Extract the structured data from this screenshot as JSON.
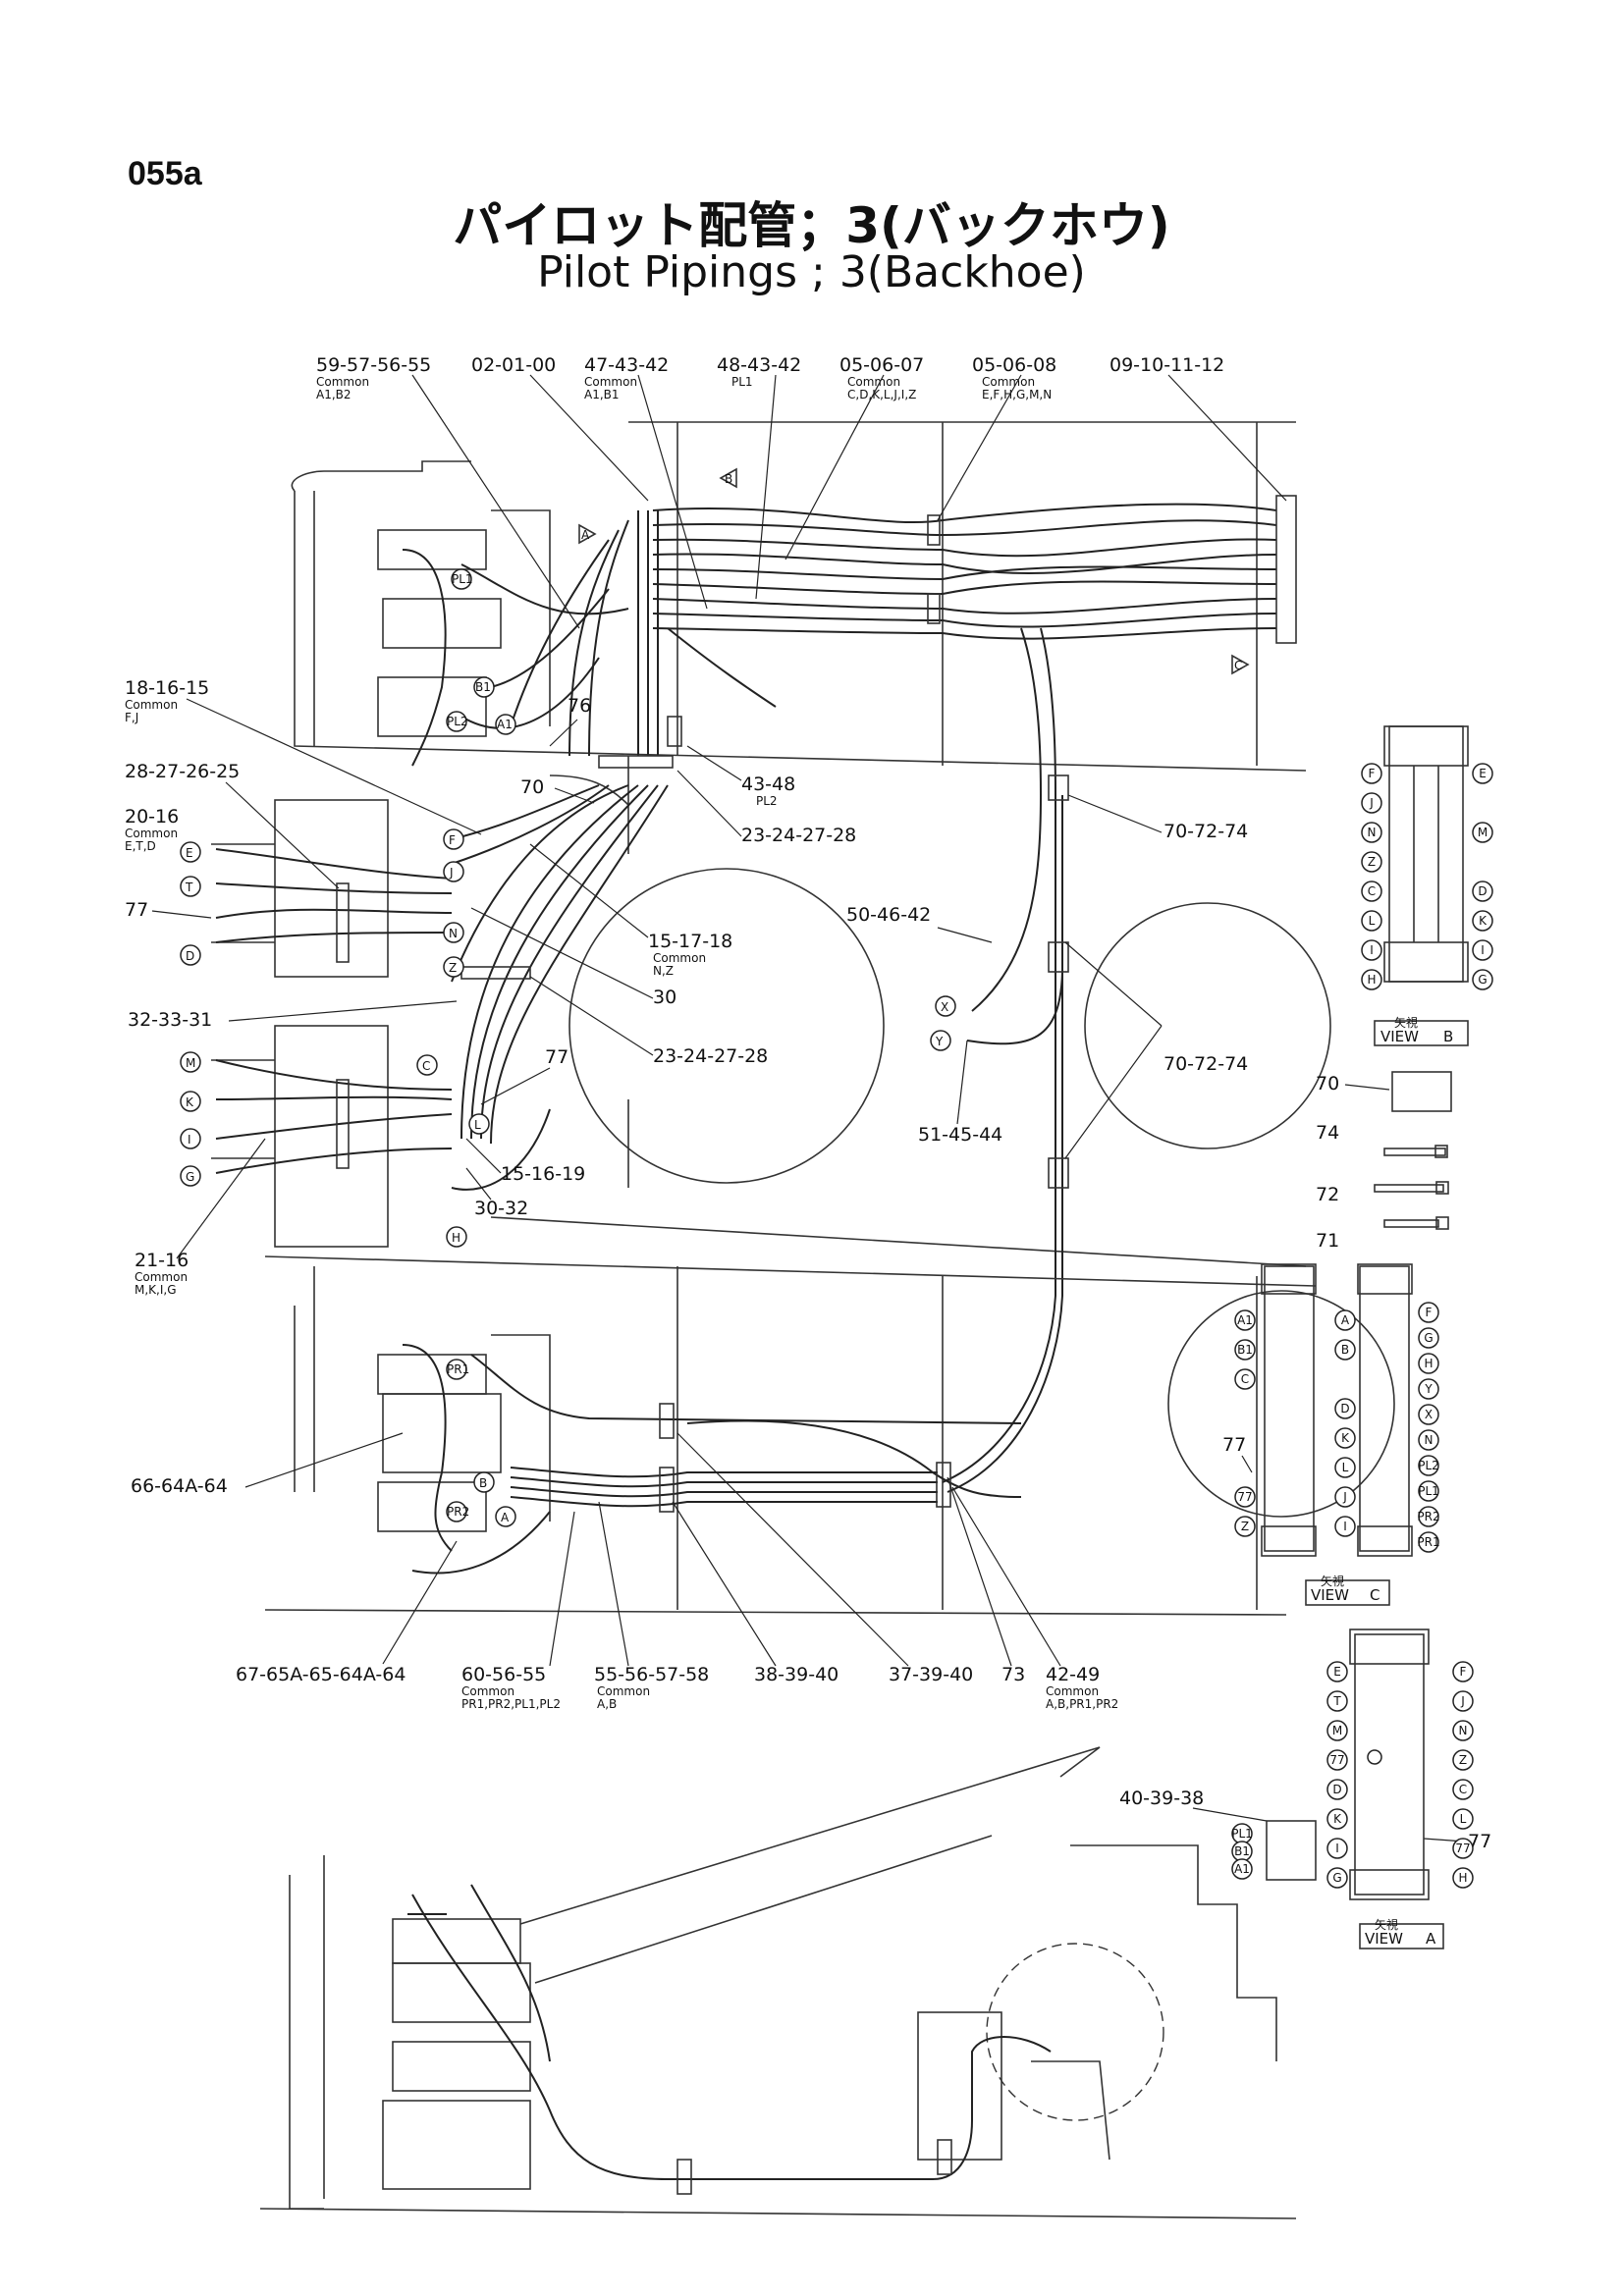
{
  "page_number": "055a",
  "title_jp": "パイロット配管；3(バックホウ)",
  "title_en": "Pilot Pipings ; 3(Backhoe)",
  "callouts_top": [
    {
      "code": "59-57-56-55",
      "common": "Common",
      "items": "A1,B2"
    },
    {
      "code": "02-01-00"
    },
    {
      "code": "47-43-42",
      "common": "Common",
      "items": "A1,B1"
    },
    {
      "code": "48-43-42",
      "items": "PL1"
    },
    {
      "code": "05-06-07",
      "common": "Common",
      "items": "C,D,K,L,J,I,Z"
    },
    {
      "code": "05-06-08",
      "common": "Common",
      "items": "E,F,H,G,M,N"
    },
    {
      "code": "09-10-11-12"
    }
  ],
  "callouts_middle": [
    {
      "code": "18-16-15",
      "common": "Common",
      "items": "F,J"
    },
    {
      "code": "28-27-26-25"
    },
    {
      "code": "20-16",
      "common": "Common",
      "items": "E,T,D"
    },
    {
      "code": "77"
    },
    {
      "code": "76"
    },
    {
      "code": "70"
    },
    {
      "code": "43-48",
      "items": "PL2"
    },
    {
      "code": "23-24-27-28"
    },
    {
      "code": "70-72-74"
    },
    {
      "code": "15-17-18",
      "common": "Common",
      "items": "N,Z"
    },
    {
      "code": "30"
    },
    {
      "code": "50-46-42"
    },
    {
      "code": "32-33-31"
    },
    {
      "code": "23-24-27-28"
    },
    {
      "code": "77"
    },
    {
      "code": "70-72-74"
    },
    {
      "code": "15-16-19"
    },
    {
      "code": "51-45-44"
    },
    {
      "code": "30-32"
    },
    {
      "code": "21-16",
      "common": "Common",
      "items": "M,K,I,G"
    }
  ],
  "callouts_lower": [
    {
      "code": "66-64A-64"
    },
    {
      "code": "67-65A-65-64A-64"
    },
    {
      "code": "60-56-55",
      "common": "Common",
      "items": "PR1,PR2,PL1,PL2"
    },
    {
      "code": "55-56-57-58",
      "common": "Common",
      "items": "A,B"
    },
    {
      "code": "38-39-40"
    },
    {
      "code": "37-39-40"
    },
    {
      "code": "73"
    },
    {
      "code": "42-49",
      "common": "Common",
      "items": "A,B,PR1,PR2"
    },
    {
      "code": "40-39-38"
    },
    {
      "code": "77"
    },
    {
      "code": "77"
    }
  ],
  "parts_legend": [
    {
      "code": "70"
    },
    {
      "code": "74"
    },
    {
      "code": "72"
    },
    {
      "code": "71"
    }
  ],
  "views": [
    {
      "label": "VIEW",
      "letter": "B",
      "jp": "矢視"
    },
    {
      "label": "VIEW",
      "letter": "C",
      "jp": "矢視"
    },
    {
      "label": "VIEW",
      "letter": "A",
      "jp": "矢視"
    }
  ],
  "view_b_ports": {
    "left": [
      "F",
      "J",
      "N",
      "Z",
      "C",
      "L",
      "I",
      "H"
    ],
    "right": [
      "E",
      "",
      "M",
      "",
      "D",
      "K",
      "I",
      "G"
    ]
  },
  "view_c_ports": {
    "left": [
      "A1",
      "B1",
      "C",
      "",
      "",
      "",
      "77",
      "Z",
      ""
    ],
    "right": [
      "A",
      "B",
      "",
      "D",
      "K",
      "L",
      "J",
      "I",
      ""
    ],
    "right2": [
      "F",
      "G",
      "H",
      "Y",
      "X",
      "N",
      "PL2",
      "PL1",
      "PR2",
      "PR1"
    ]
  },
  "view_a_ports": {
    "left": [
      "E",
      "T",
      "M",
      "77",
      "D",
      "K",
      "I",
      "G"
    ],
    "right": [
      "F",
      "J",
      "N",
      "Z",
      "C",
      "L",
      "77",
      "H"
    ]
  },
  "view_40_ports": [
    "PL1",
    "B1",
    "A1"
  ],
  "arrow_markers": [
    "A",
    "B",
    "C"
  ],
  "port_markers_top": [
    "PL1",
    "B1",
    "PL2",
    "A1"
  ],
  "port_markers_left": [
    "E",
    "T",
    "D",
    "F",
    "J",
    "N",
    "Z",
    "M",
    "K",
    "I",
    "G",
    "C",
    "L",
    "H"
  ],
  "port_markers_swing": [
    "X",
    "Y"
  ],
  "port_markers_lower": [
    "PR1",
    "B",
    "PR2",
    "A"
  ]
}
